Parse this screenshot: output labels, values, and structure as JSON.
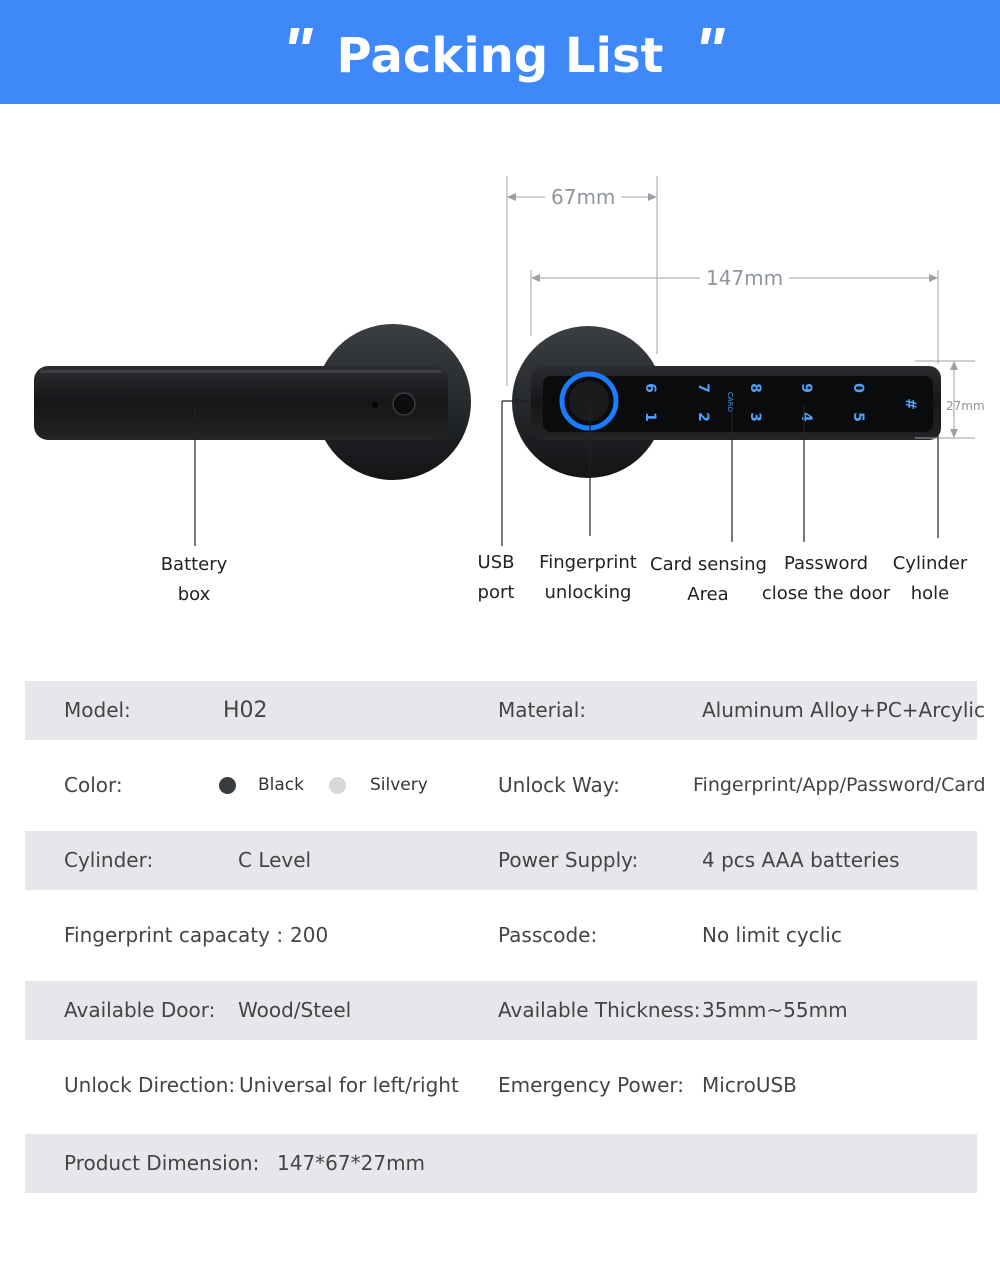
{
  "header": {
    "title": "Packing List",
    "quote_left": "\"",
    "quote_right": "\""
  },
  "dimensions": {
    "width": "67mm",
    "length": "147mm",
    "thickness": "27mm"
  },
  "keypad": {
    "top_row": [
      "6",
      "7",
      "8",
      "9",
      "0",
      "#"
    ],
    "bottom_row": [
      "1",
      "2",
      "3",
      "4",
      "5"
    ],
    "card_mark": "CARD"
  },
  "callouts": {
    "battery_box": [
      "Battery",
      "box"
    ],
    "usb_port": [
      "USB",
      "port"
    ],
    "fingerprint": [
      "Fingerprint",
      "unlocking"
    ],
    "card_area": [
      "Card sensing",
      "Area"
    ],
    "password": [
      "Password",
      "close the door"
    ],
    "cylinder": [
      "Cylinder",
      "hole"
    ]
  },
  "colors": {
    "header_bg": "#3f88f7",
    "row_shade": "#e6e7eb",
    "black_swatch": "#3a3d40",
    "silvery_swatch": "#d7d8da"
  },
  "specs": {
    "model_label": "Model:",
    "model_value": "H02",
    "material_label": "Material:",
    "material_value": "Aluminum Alloy+PC+Arcylic",
    "color_label": "Color:",
    "color_black": "Black",
    "color_silvery": "Silvery",
    "unlock_way_label": "Unlock Way:",
    "unlock_way_value": "Fingerprint/App/Password/Card",
    "cylinder_label": "Cylinder:",
    "cylinder_value": "C Level",
    "power_label": "Power Supply:",
    "power_value": "4 pcs AAA batteries",
    "fp_cap_label": "Fingerprint capacaty :",
    "fp_cap_value": "200",
    "passcode_label": "Passcode:",
    "passcode_value": "No limit cyclic",
    "door_label": "Available Door:",
    "door_value": "Wood/Steel",
    "thickness_label": "Available Thickness:",
    "thickness_value": "35mm~55mm",
    "direction_label": "Unlock Direction:",
    "direction_value": "Universal for left/right",
    "emergency_label": "Emergency Power:",
    "emergency_value": "MicroUSB",
    "dimension_label": "Product Dimension:",
    "dimension_value": "147*67*27mm"
  }
}
